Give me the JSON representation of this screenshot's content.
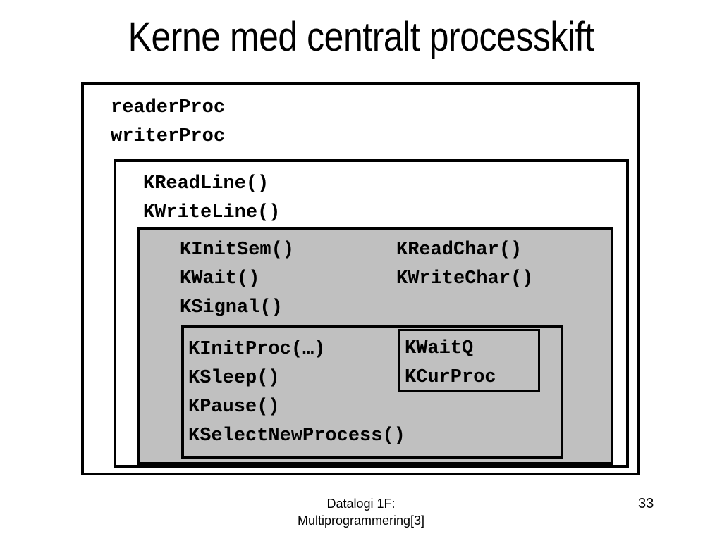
{
  "slide": {
    "title": "Kerne med centralt processkift",
    "page_number": "33",
    "footer_line1": "Datalogi 1F:",
    "footer_line2": "Multiprogrammering[3]",
    "colors": {
      "background": "#ffffff",
      "box_fill_white": "#ffffff",
      "box_fill_gray": "#c0c0c0",
      "border": "#000000",
      "text": "#000000"
    }
  },
  "diagram": {
    "layers": [
      {
        "name": "user-processes",
        "fill": "#ffffff",
        "entries": [
          "readerProc",
          "writerProc"
        ]
      },
      {
        "name": "line-io",
        "fill": "#ffffff",
        "entries": [
          "KReadLine()",
          "KWriteLine()"
        ]
      },
      {
        "name": "semaphores-and-char-io",
        "fill": "#c0c0c0",
        "left_column": [
          "KInitSem()",
          "KWait()",
          "KSignal()"
        ],
        "right_column": [
          "KReadChar()",
          "KWriteChar()"
        ]
      },
      {
        "name": "process-management",
        "fill": "#c0c0c0",
        "entries": [
          "KInitProc(…)",
          "KSleep()",
          "KPause()",
          "KSelectNewProcess()"
        ]
      },
      {
        "name": "kernel-variables",
        "fill": "#c0c0c0",
        "entries": [
          "KWaitQ",
          "KCurProc"
        ]
      }
    ]
  }
}
